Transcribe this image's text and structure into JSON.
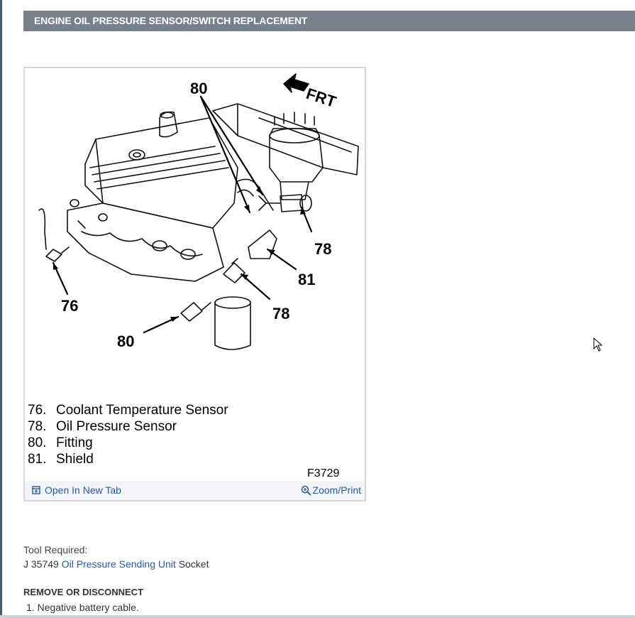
{
  "header": {
    "title": "ENGINE OIL PRESSURE SENSOR/SWITCH REPLACEMENT"
  },
  "figure": {
    "direction_label": "FRT",
    "callouts": {
      "c80_top": "80",
      "c78_right": "78",
      "c81": "81",
      "c78_lower": "78",
      "c76": "76",
      "c80_bottom": "80"
    },
    "legend": [
      {
        "num": "76.",
        "text": "Coolant Temperature Sensor"
      },
      {
        "num": "78.",
        "text": "Oil Pressure Sensor"
      },
      {
        "num": "80.",
        "text": "Fitting"
      },
      {
        "num": "81.",
        "text": "Shield"
      }
    ],
    "code": "F3729",
    "open_tab_label": "Open In New Tab",
    "zoom_print_label": "Zoom/Print",
    "icons": {
      "open_tab": "open-new-tab-icon",
      "zoom": "zoom-magnifier-icon"
    }
  },
  "tools": {
    "label": "Tool Required:",
    "part_number": "J 35749",
    "link_text": "Oil Pressure Sending Unit",
    "suffix": "Socket"
  },
  "procedure": {
    "heading": "REMOVE OR DISCONNECT",
    "steps": [
      {
        "num": "1.",
        "text": "Negative battery cable."
      }
    ]
  },
  "colors": {
    "header_bg": "#78808a",
    "link": "#2a5a9b",
    "left_rule": "#4d5b6e"
  }
}
